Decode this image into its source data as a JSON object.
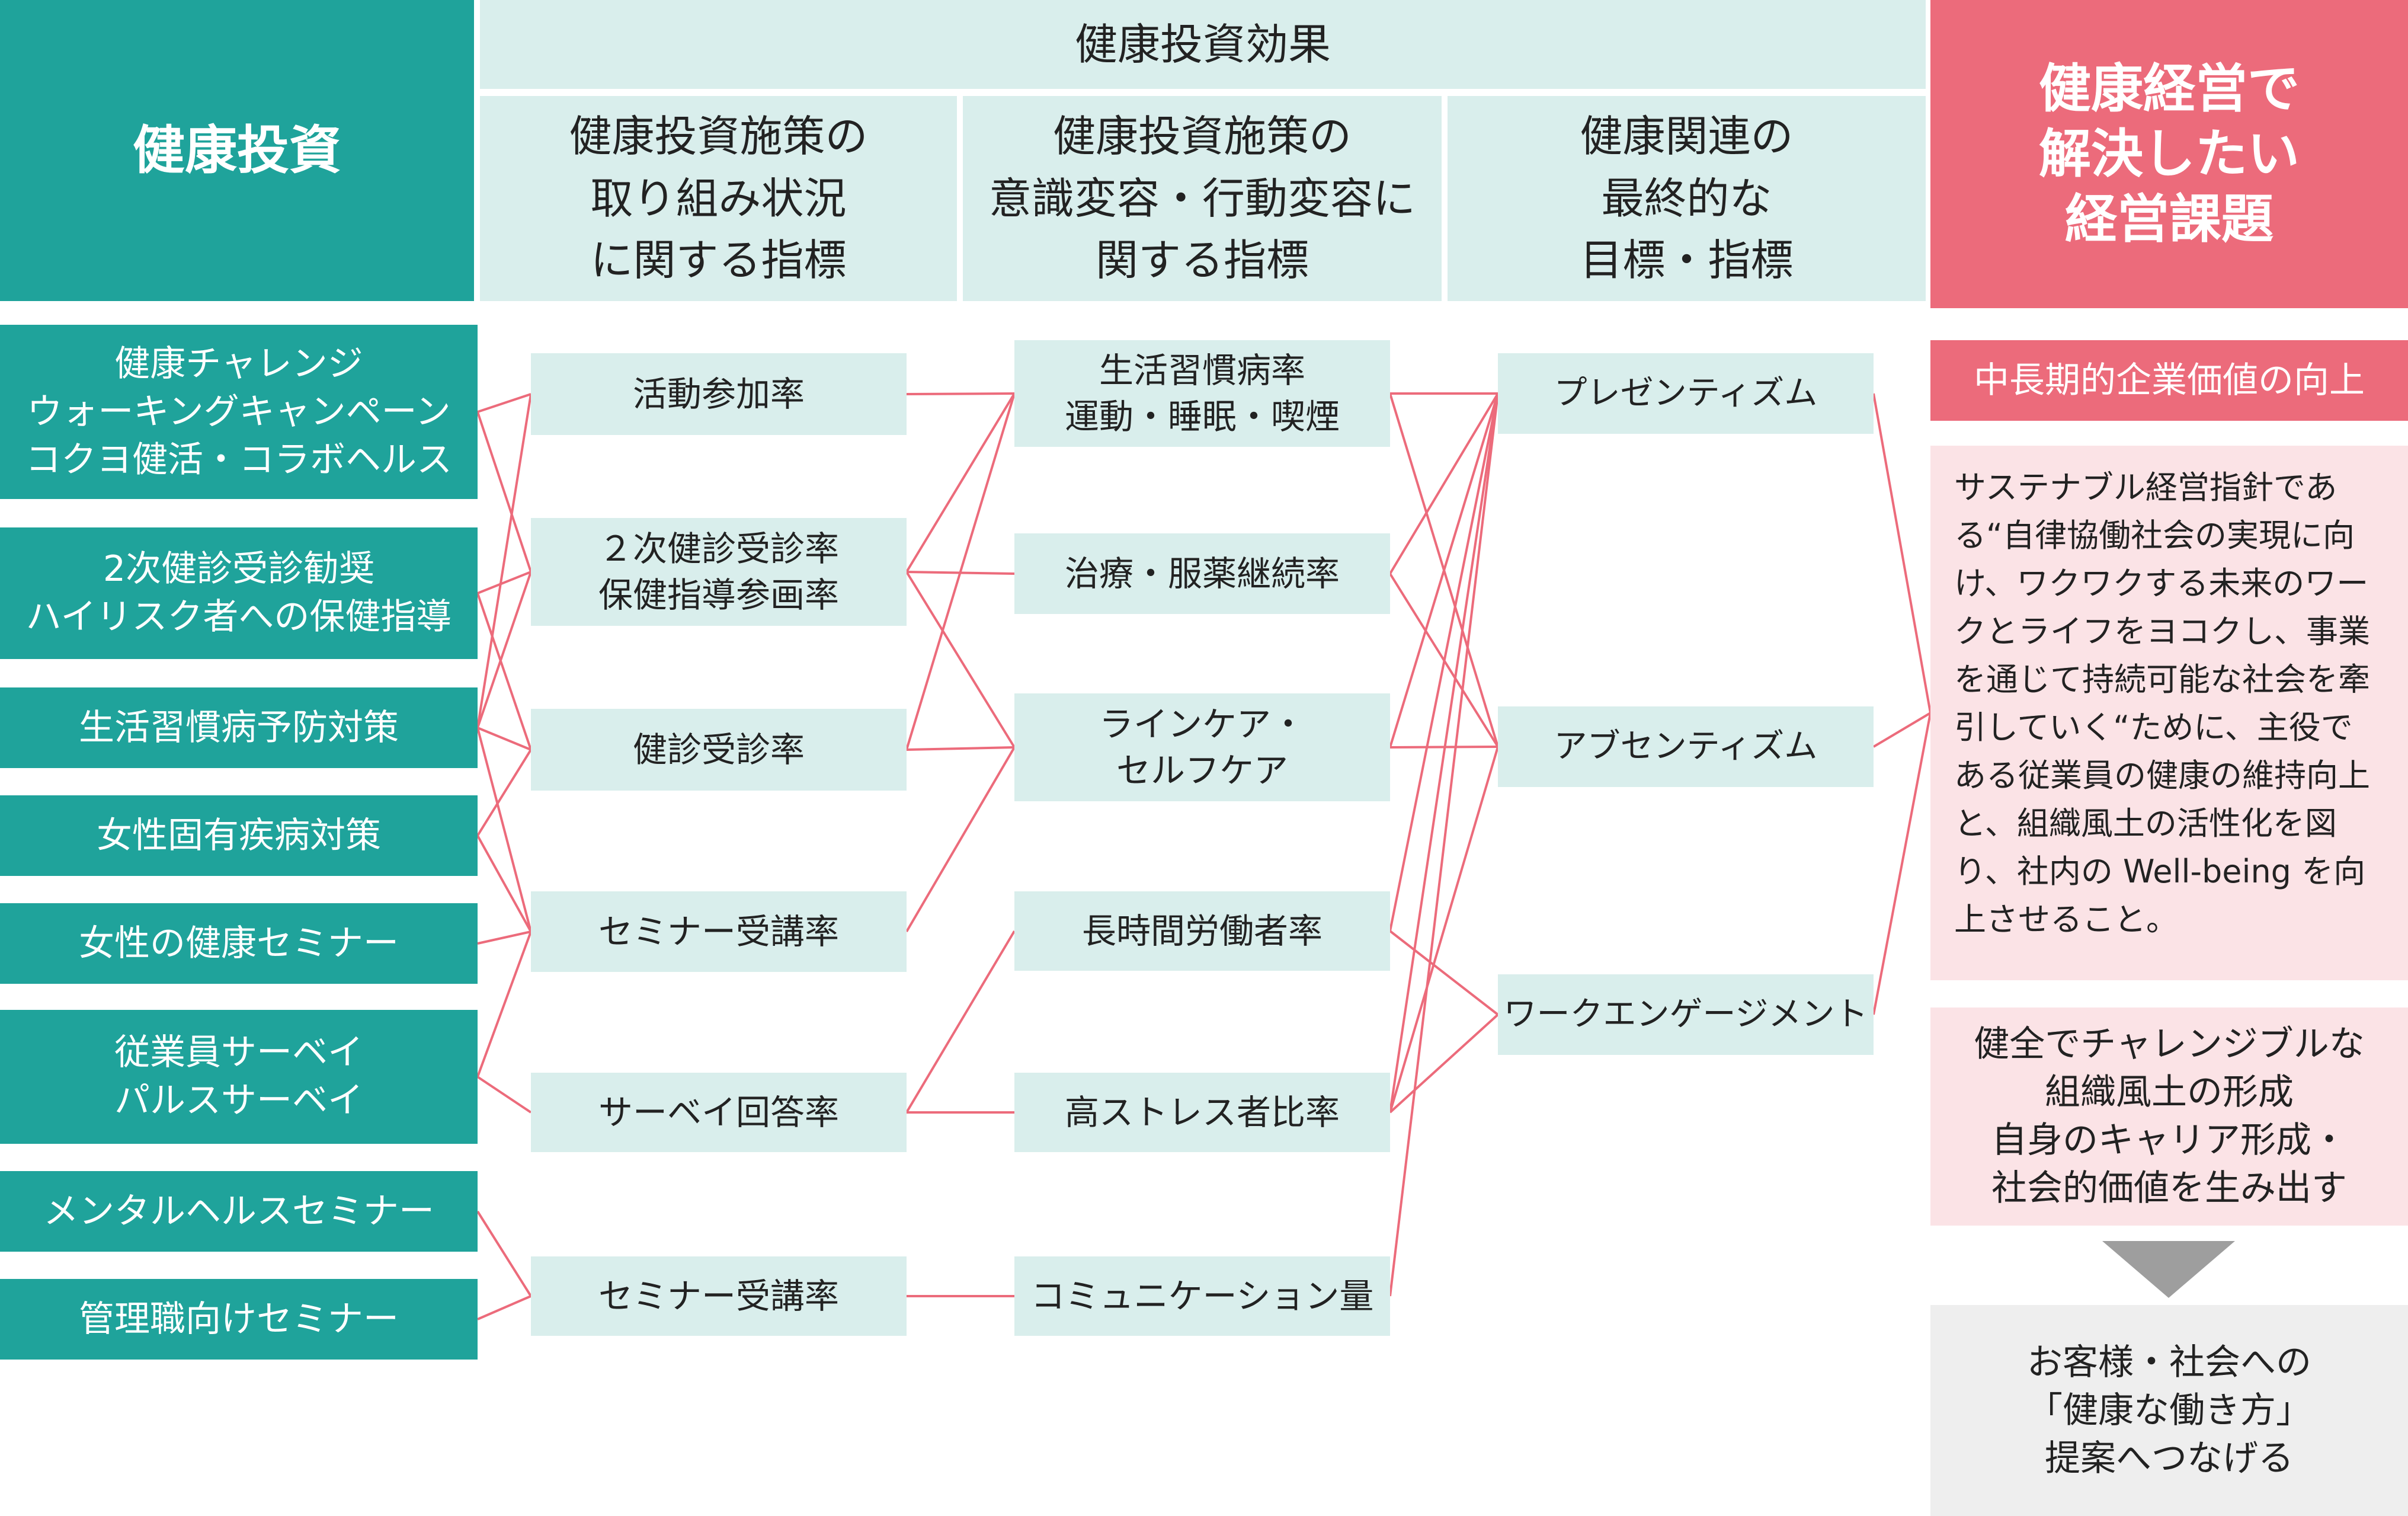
{
  "headers": {
    "investment": "健康投資",
    "effect": "健康投資効果",
    "col_initiative": "健康投資施策の\n取り組み状況\nに関する指標",
    "col_awareness": "健康投資施策の\n意識変容・行動変容に\n関する指標",
    "col_final": "健康関連の\n最終的な\n目標・指標",
    "management": "健康経営で\n解決したい\n経営課題"
  },
  "investments": [
    "健康チャレンジ\nウォーキングキャンペーン\nコクヨ健活・コラボヘルス",
    "2次健診受診勧奨\nハイリスク者への保健指導",
    "生活習慣病予防対策",
    "女性固有疾病対策",
    "女性の健康セミナー",
    "従業員サーベイ\nパルスサーベイ",
    "メンタルヘルスセミナー",
    "管理職向けセミナー"
  ],
  "initiatives": [
    "活動参加率",
    "２次健診受診率\n保健指導参画率",
    "健診受診率",
    "セミナー受講率",
    "サーベイ回答率",
    "セミナー受講率"
  ],
  "awareness": [
    "生活習慣病率\n運動・睡眠・喫煙",
    "治療・服薬継続率",
    "ラインケア・\nセルフケア",
    "長時間労働者率",
    "高ストレス者比率",
    "コミュニケーション量"
  ],
  "final_goals": [
    "プレゼンティズム",
    "アブセンティズム",
    "ワークエンゲージメント"
  ],
  "management": {
    "value_title": "中長期的企業価値の向上",
    "sustainable_text": "サステナブル経営指針である“自律協働社会の実現に向け、ワクワクする未来のワークとライフをヨコクし、事業を通じて持続可能な社会を牽引していく“ために、主役である従業員の健康の維持向上と、組織風土の活性化を図り、社内の Well-being を向上させること。",
    "culture": "健全でチャレンジブルな\n組織風土の形成\n自身のキャリア形成・\n社会的価値を生み出す",
    "proposal": "お客様・社会への\n「健康な働き方」\n提案へつなげる"
  },
  "colors": {
    "teal": "#1fa39b",
    "light_teal": "#d9eeec",
    "pink": "#ec6b7b",
    "light_pink": "#fbe3e6",
    "gray": "#eeeeee",
    "arrow": "#9e9e9e",
    "link": "#ec6b7b"
  },
  "links": {
    "investment_to_initiative": [
      [
        0,
        0
      ],
      [
        0,
        1
      ],
      [
        1,
        1
      ],
      [
        1,
        2
      ],
      [
        2,
        0
      ],
      [
        2,
        1
      ],
      [
        2,
        2
      ],
      [
        2,
        3
      ],
      [
        3,
        2
      ],
      [
        3,
        3
      ],
      [
        4,
        3
      ],
      [
        5,
        3
      ],
      [
        5,
        4
      ],
      [
        6,
        5
      ],
      [
        7,
        5
      ]
    ],
    "initiative_to_awareness": [
      [
        0,
        0
      ],
      [
        1,
        0
      ],
      [
        1,
        1
      ],
      [
        1,
        2
      ],
      [
        2,
        0
      ],
      [
        2,
        2
      ],
      [
        3,
        2
      ],
      [
        4,
        3
      ],
      [
        4,
        4
      ],
      [
        5,
        5
      ]
    ],
    "awareness_to_goal": [
      [
        0,
        0
      ],
      [
        0,
        1
      ],
      [
        1,
        0
      ],
      [
        1,
        1
      ],
      [
        2,
        0
      ],
      [
        2,
        1
      ],
      [
        3,
        0
      ],
      [
        3,
        2
      ],
      [
        4,
        0
      ],
      [
        4,
        1
      ],
      [
        4,
        2
      ],
      [
        5,
        0
      ]
    ],
    "goal_to_management": [
      [
        0
      ],
      [
        1
      ],
      [
        2
      ]
    ]
  }
}
